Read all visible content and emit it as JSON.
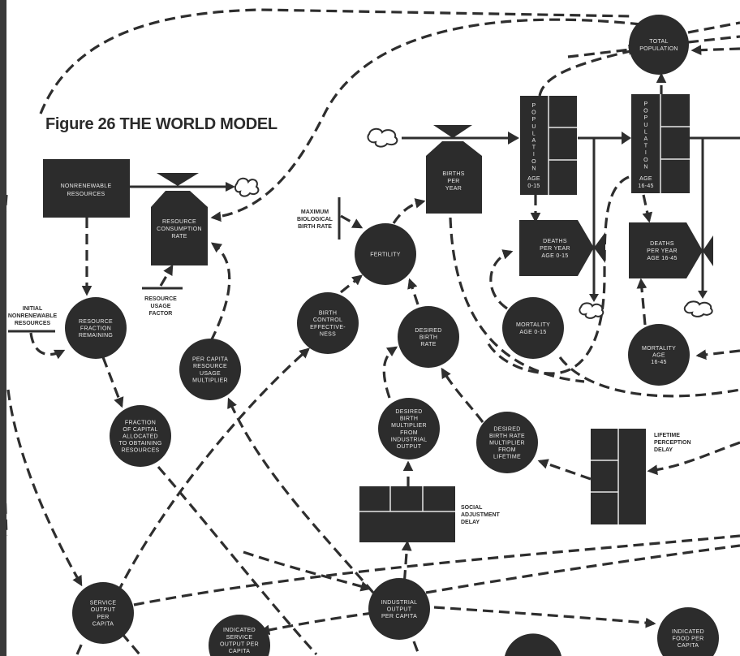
{
  "title": "Figure 26 THE WORLD MODEL",
  "levels": {
    "nonrenewable_resources": [
      "NONRENEWABLE",
      "RESOURCES"
    ],
    "population_0_15": {
      "letters": [
        "P",
        "O",
        "P",
        "U",
        "L",
        "A",
        "T",
        "I",
        "O",
        "N"
      ],
      "age": [
        "AGE",
        "0-15"
      ]
    },
    "population_16_45": {
      "letters": [
        "P",
        "O",
        "P",
        "U",
        "L",
        "A",
        "T",
        "I",
        "O",
        "N"
      ],
      "age": [
        "AGE",
        "16-45"
      ]
    }
  },
  "rates": {
    "resource_consumption_rate": [
      "RESOURCE",
      "CONSUMPTION",
      "RATE"
    ],
    "births_per_year": [
      "BIRTHS",
      "PER",
      "YEAR"
    ],
    "deaths_0_15": [
      "DEATHS",
      "PER YEAR",
      "AGE 0-15"
    ],
    "deaths_16_45": [
      "DEATHS",
      "PER YEAR",
      "AGE 16-45"
    ]
  },
  "auxiliaries": {
    "total_population": [
      "TOTAL",
      "POPULATION"
    ],
    "resource_fraction_remaining": [
      "RESOURCE",
      "FRACTION",
      "REMAINING"
    ],
    "fraction_capital_resources": [
      "FRACTION",
      "OF CAPITAL",
      "ALLOCATED",
      "TO OBTAINING",
      "RESOURCES"
    ],
    "per_capita_resource_usage_multiplier": [
      "PER CAPITA",
      "RESOURCE",
      "USAGE",
      "MULTIPLIER"
    ],
    "fertility": [
      "FERTILITY"
    ],
    "birth_control_effectiveness": [
      "BIRTH",
      "CONTROL",
      "EFFECTIVE-",
      "NESS"
    ],
    "desired_birth_rate": [
      "DESIRED",
      "BIRTH",
      "RATE"
    ],
    "mortality_0_15": [
      "MORTALITY",
      "AGE 0-15"
    ],
    "mortality_16_45": [
      "MORTALITY",
      "AGE",
      "16-45"
    ],
    "desired_birth_multiplier_industrial": [
      "DESIRED",
      "BIRTH",
      "MULTIPLIER",
      "FROM",
      "INDUSTRIAL",
      "OUTPUT"
    ],
    "desired_birth_rate_multiplier_lifetime": [
      "DESIRED",
      "BIRTH RATE",
      "MULTIPLIER",
      "FROM",
      "LIFETIME"
    ],
    "service_output_per_capita": [
      "SERVICE",
      "OUTPUT",
      "PER",
      "CAPITA"
    ],
    "industrial_output_per_capita": [
      "INDUSTRIAL",
      "OUTPUT",
      "PER CAPITA"
    ],
    "indicated_service_output_per_capita": [
      "INDICATED",
      "SERVICE",
      "OUTPUT PER",
      "CAPITA"
    ],
    "indicated_food_per_capita": [
      "INDICATED",
      "FOOD PER",
      "CAPITA"
    ]
  },
  "constants": {
    "resource_usage_factor": [
      "RESOURCE",
      "USAGE",
      "FACTOR"
    ],
    "initial_nonrenewable_resources": [
      "INITIAL",
      "NONRENEWABLE",
      "RESOURCES"
    ],
    "maximum_biological_birth_rate": [
      "MAXIMUM",
      "BIOLOGICAL",
      "BIRTH RATE"
    ]
  },
  "delays": {
    "social_adjustment_delay": [
      "SOCIAL",
      "ADJUSTMENT",
      "DELAY"
    ],
    "lifetime_perception_delay": [
      "LIFETIME",
      "PERCEPTION",
      "DELAY"
    ]
  },
  "colors": {
    "ink": "#2c2c2c",
    "paper": "#ffffff",
    "node_text": "#e8e8e8"
  }
}
